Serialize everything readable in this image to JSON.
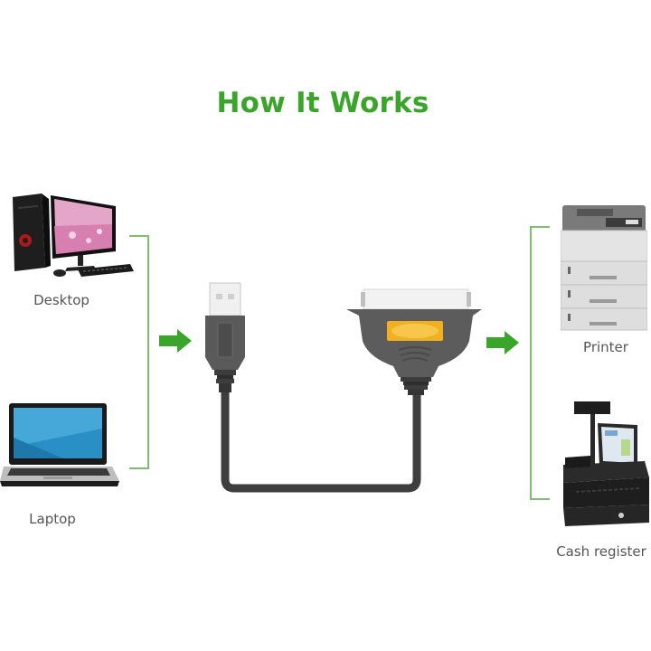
{
  "title": "How It Works",
  "colors": {
    "title": "#3aa52a",
    "arrow": "#3aa52a",
    "bracket": "#7cbf6e",
    "cable": "#4a4a4a",
    "connector_accent": "#f0b020",
    "label_text": "#555555"
  },
  "sources": [
    {
      "label": "Desktop",
      "icon": "desktop-computer-icon"
    },
    {
      "label": "Laptop",
      "icon": "laptop-icon"
    }
  ],
  "adapter": {
    "input": "USB-A plug",
    "output": "Parallel (IEEE 1284 / Centronics) connector",
    "icons": [
      "usb-plug-icon",
      "parallel-connector-icon"
    ]
  },
  "targets": [
    {
      "label": "Printer",
      "icon": "printer-icon"
    },
    {
      "label": "Cash register",
      "icon": "cash-register-icon"
    }
  ]
}
